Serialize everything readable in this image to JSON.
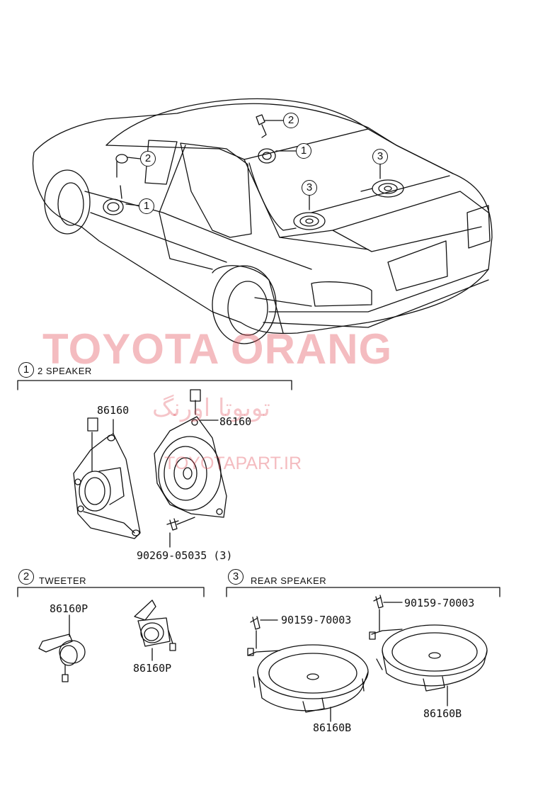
{
  "watermark": {
    "main": "TOYOTA ORANG",
    "persian": "تویوتا اورنگ",
    "url": "TOYOTAPART.IR",
    "color": "#e1505a"
  },
  "car_callouts": [
    "1",
    "2",
    "2",
    "1",
    "3",
    "3"
  ],
  "sections": [
    {
      "number": "1",
      "title": "2 SPEAKER"
    },
    {
      "number": "2",
      "title": "TWEETER"
    },
    {
      "number": "3",
      "title": "REAR SPEAKER"
    }
  ],
  "parts": {
    "front_left": "86160",
    "front_right": "86160",
    "screw_front": "90269-05035 (3)",
    "tweeter_left": "86160P",
    "tweeter_right": "86160P",
    "screw_rear_left": "90159-70003",
    "screw_rear_right": "90159-70003",
    "rear_left": "86160B",
    "rear_right": "86160B"
  }
}
